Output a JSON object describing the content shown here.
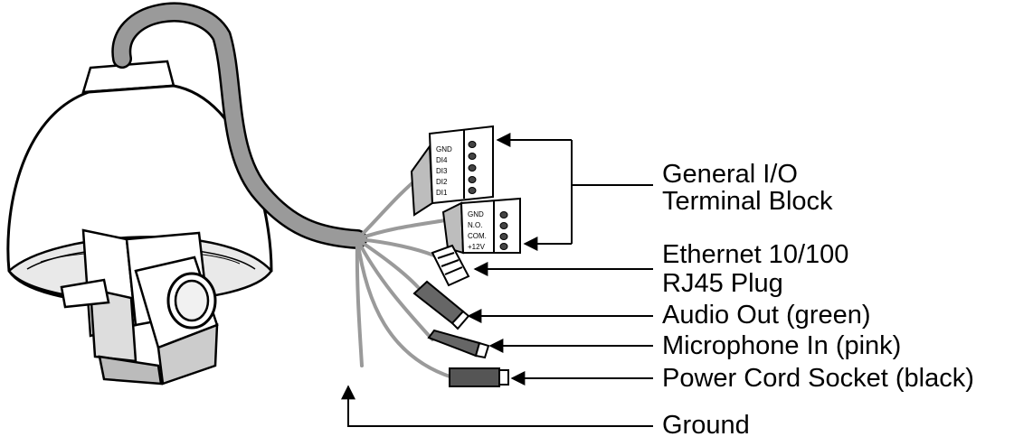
{
  "callouts": {
    "gio_line1": "General I/O",
    "gio_line2": "Terminal Block",
    "eth_line1": "Ethernet 10/100",
    "eth_line2": "RJ45 Plug",
    "audio_out": "Audio Out (green)",
    "mic_in": "Microphone In (pink)",
    "power": "Power Cord Socket (black)",
    "ground": "Ground"
  },
  "terminal_di": [
    "GND",
    "DI4",
    "DI3",
    "DI2",
    "DI1"
  ],
  "terminal_do": [
    "GND",
    "N.O.",
    "COM.",
    "+12V"
  ],
  "colors": {
    "cable": "#9a9a9a",
    "line": "#000000",
    "background": "#ffffff"
  }
}
